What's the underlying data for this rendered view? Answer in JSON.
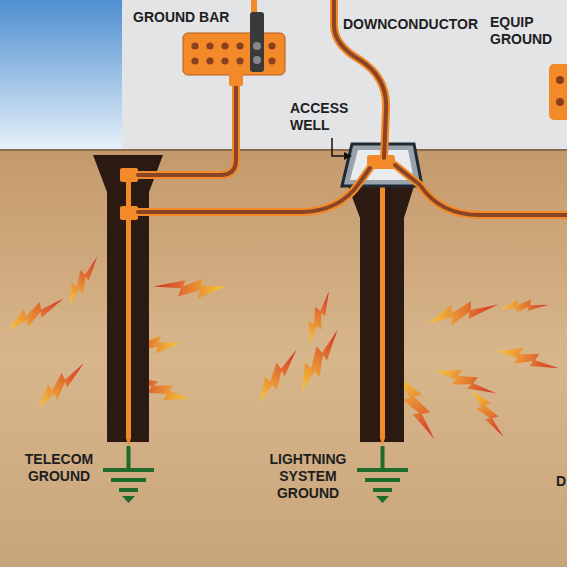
{
  "diagram": {
    "labels": [
      "GROUND BAR",
      "DOWNCONDUCTOR",
      "EQUIP GROUND",
      "ACCESS WELL",
      "TELECOM GROUND",
      "LIGHTNING SYSTEM GROUND",
      "D"
    ]
  }
}
